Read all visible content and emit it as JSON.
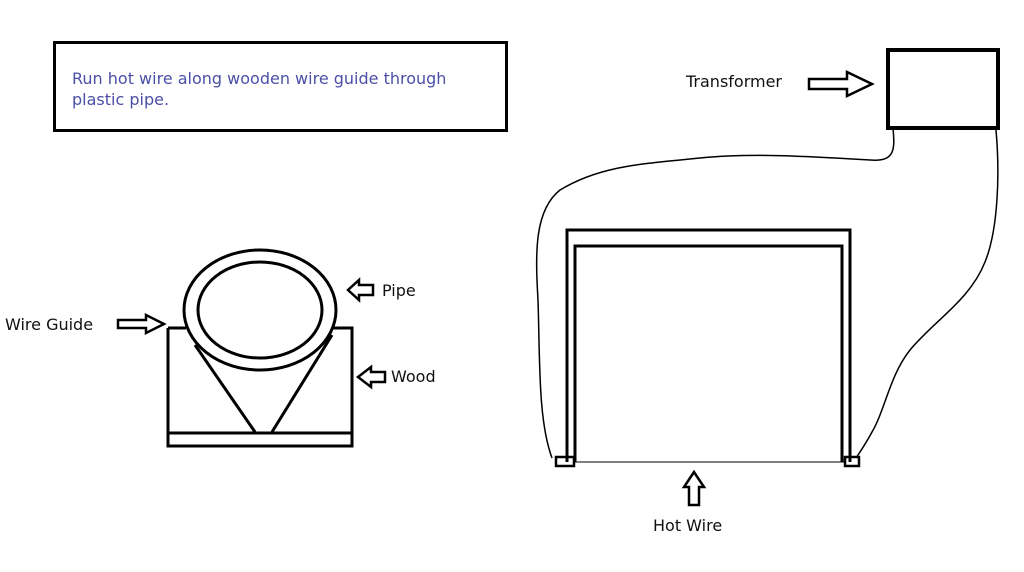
{
  "note": {
    "text": "Run hot wire along wooden wire guide through plastic pipe."
  },
  "labels": {
    "transformer": "Transformer",
    "pipe": "Pipe",
    "wire_guide": "Wire Guide",
    "wood": "Wood",
    "hot_wire": "Hot Wire"
  }
}
